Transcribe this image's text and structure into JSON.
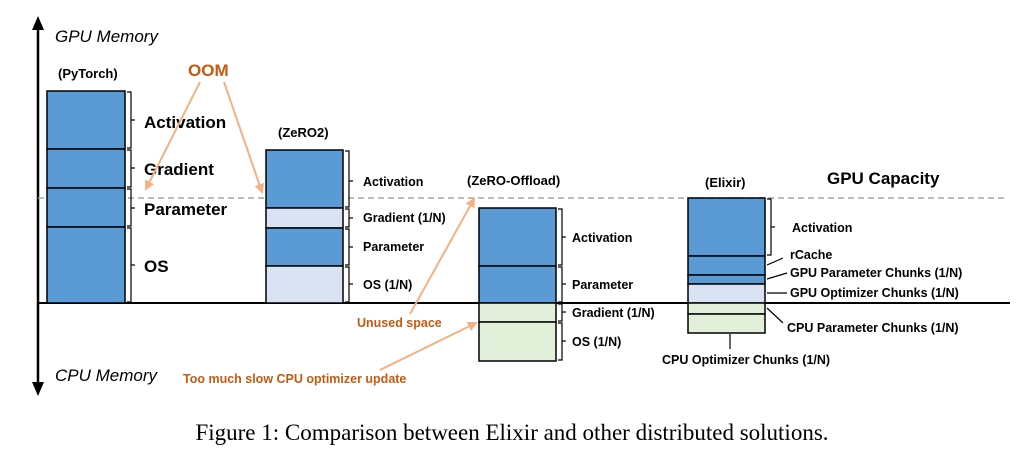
{
  "axis": {
    "gpu_label": "GPU Memory",
    "cpu_label": "CPU Memory",
    "capacity_label": "GPU Capacity"
  },
  "annotations": {
    "oom": "OOM",
    "unused": "Unused space",
    "slow_cpu": "Too much slow CPU optimizer update"
  },
  "colors": {
    "gpu_block": "#5b9bd5",
    "light_block": "#dae3f3",
    "cpu_block": "#e2f0d9",
    "annotation": "#c55a11",
    "arrow": "#f4b183",
    "capacity_line": "#a6a6a6"
  },
  "columns": [
    {
      "title": "(PyTorch)",
      "blocks": [
        "Activation",
        "Gradient",
        "Parameter",
        "OS"
      ]
    },
    {
      "title": "(ZeRO2)",
      "blocks": [
        "Activation",
        "Gradient (1/N)",
        "Parameter",
        "OS (1/N)"
      ]
    },
    {
      "title": "(ZeRO-Offload)",
      "blocks": [
        "Activation",
        "Parameter",
        "Gradient (1/N)",
        "OS (1/N)"
      ]
    },
    {
      "title": "(Elixir)",
      "blocks": [
        "Activation",
        "rCache",
        "GPU Parameter Chunks (1/N)",
        "GPU Optimizer Chunks (1/N)",
        "CPU Parameter Chunks (1/N)",
        "CPU Optimizer Chunks (1/N)"
      ]
    }
  ],
  "caption": "Figure 1: Comparison between Elixir and other distributed solutions."
}
